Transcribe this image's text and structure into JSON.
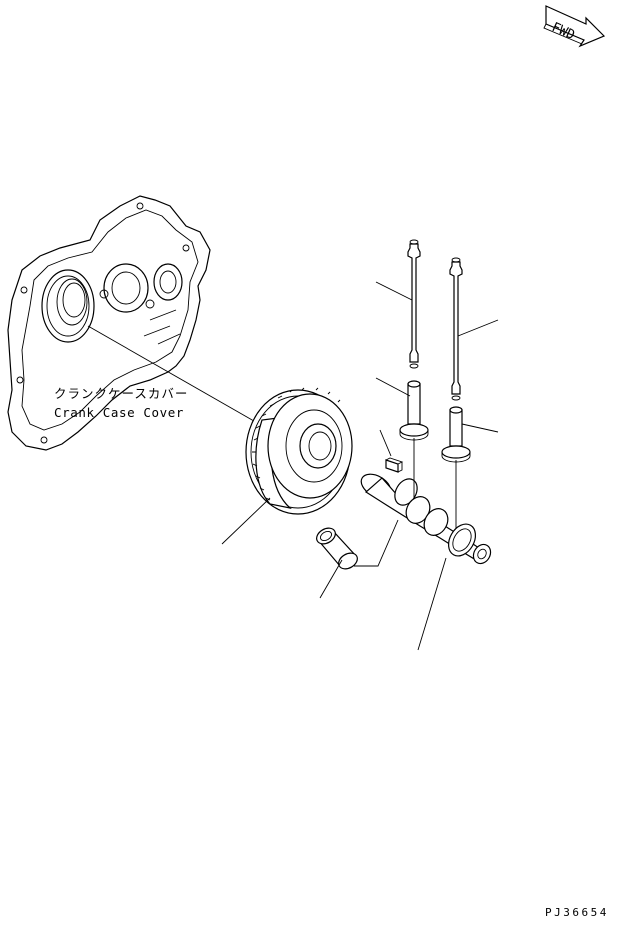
{
  "fwd_badge": {
    "label": "FWD"
  },
  "callouts": {
    "crank_case_cover_jp": "クランクケースカバー",
    "crank_case_cover_en": "Crank Case Cover"
  },
  "drawing_number": "PJ36654"
}
